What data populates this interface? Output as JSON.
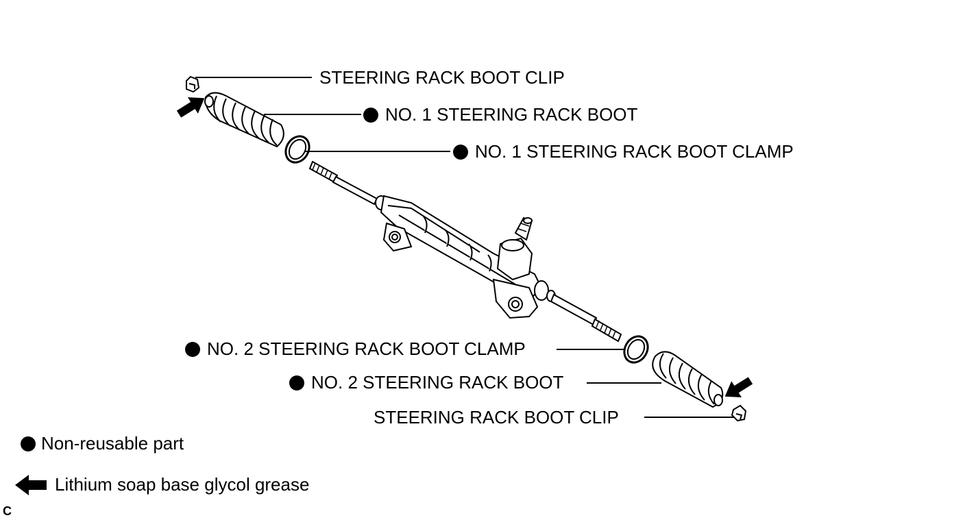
{
  "labels": {
    "clip_top": "STEERING RACK BOOT CLIP",
    "boot_1": "NO. 1 STEERING RACK BOOT",
    "clamp_1": "NO. 1 STEERING RACK BOOT CLAMP",
    "clamp_2": "NO. 2 STEERING RACK BOOT CLAMP",
    "boot_2": "NO. 2 STEERING RACK BOOT",
    "clip_bottom": "STEERING RACK BOOT CLIP"
  },
  "legend": {
    "non_reusable": "Non-reusable part",
    "grease": "Lithium soap base glycol grease"
  },
  "figure_code": "C",
  "icons": {
    "non_reusable": "filled-circle-icon",
    "grease": "filled-arrow-icon"
  },
  "colors": {
    "line": "#000000",
    "background": "#ffffff"
  }
}
